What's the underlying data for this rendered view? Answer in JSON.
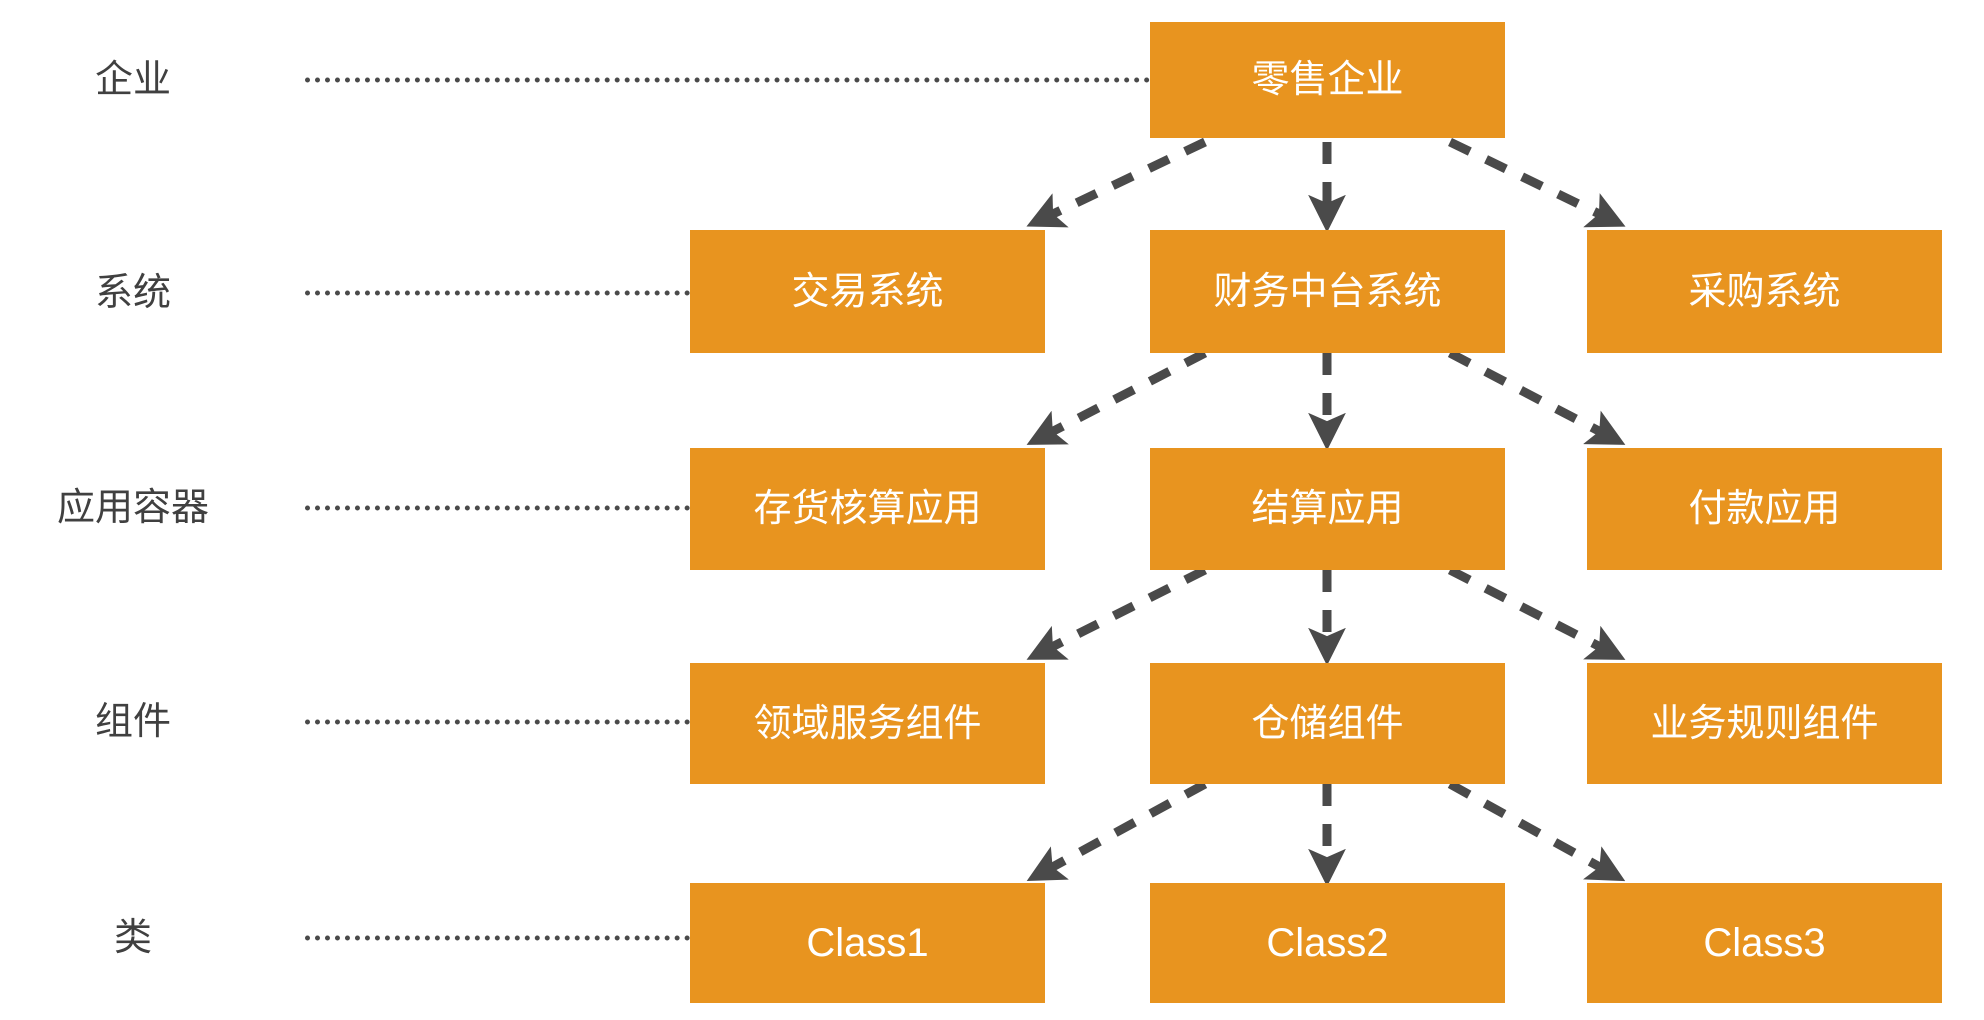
{
  "diagram": {
    "title": "retail-enterprise-layered-architecture",
    "accent_color": "#E8941F",
    "line_color": "#4a4a4a",
    "label_color": "#404040",
    "box_text_color": "#ffffff",
    "background": "#ffffff",
    "rows": [
      {
        "id": "enterprise",
        "label": "企业",
        "nodes": [
          {
            "id": "retail-enterprise",
            "label": "零售企业",
            "column": "center"
          }
        ]
      },
      {
        "id": "system",
        "label": "系统",
        "nodes": [
          {
            "id": "transaction-system",
            "label": "交易系统",
            "column": "left"
          },
          {
            "id": "finance-midend-system",
            "label": "财务中台系统",
            "column": "center"
          },
          {
            "id": "procurement-system",
            "label": "采购系统",
            "column": "right"
          }
        ]
      },
      {
        "id": "application-container",
        "label": "应用容器",
        "nodes": [
          {
            "id": "inventory-accounting-app",
            "label": "存货核算应用",
            "column": "left"
          },
          {
            "id": "settlement-app",
            "label": "结算应用",
            "column": "center"
          },
          {
            "id": "payment-app",
            "label": "付款应用",
            "column": "right"
          }
        ]
      },
      {
        "id": "component",
        "label": "组件",
        "nodes": [
          {
            "id": "domain-service-component",
            "label": "领域服务组件",
            "column": "left"
          },
          {
            "id": "repository-component",
            "label": "仓储组件",
            "column": "center"
          },
          {
            "id": "business-rule-component",
            "label": "业务规则组件",
            "column": "right"
          }
        ]
      },
      {
        "id": "class",
        "label": "类",
        "nodes": [
          {
            "id": "class-1",
            "label": "Class1",
            "column": "left"
          },
          {
            "id": "class-2",
            "label": "Class2",
            "column": "center"
          },
          {
            "id": "class-3",
            "label": "Class3",
            "column": "right"
          }
        ]
      }
    ],
    "connections": [
      {
        "from": "retail-enterprise",
        "to": "transaction-system",
        "style": "dashed-arrow"
      },
      {
        "from": "retail-enterprise",
        "to": "finance-midend-system",
        "style": "dashed-arrow"
      },
      {
        "from": "retail-enterprise",
        "to": "procurement-system",
        "style": "dashed-arrow"
      },
      {
        "from": "finance-midend-system",
        "to": "inventory-accounting-app",
        "style": "dashed-arrow"
      },
      {
        "from": "finance-midend-system",
        "to": "settlement-app",
        "style": "dashed-arrow"
      },
      {
        "from": "finance-midend-system",
        "to": "payment-app",
        "style": "dashed-arrow"
      },
      {
        "from": "settlement-app",
        "to": "domain-service-component",
        "style": "dashed-arrow"
      },
      {
        "from": "settlement-app",
        "to": "repository-component",
        "style": "dashed-arrow"
      },
      {
        "from": "settlement-app",
        "to": "business-rule-component",
        "style": "dashed-arrow"
      },
      {
        "from": "repository-component",
        "to": "class-1",
        "style": "dashed-arrow"
      },
      {
        "from": "repository-component",
        "to": "class-2",
        "style": "dashed-arrow"
      },
      {
        "from": "repository-component",
        "to": "class-3",
        "style": "dashed-arrow"
      }
    ]
  }
}
